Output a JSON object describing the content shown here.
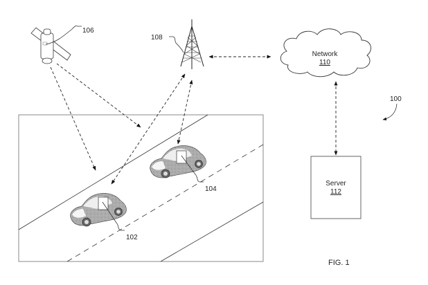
{
  "figure": {
    "caption": "FIG. 1",
    "system_ref": "100"
  },
  "nodes": {
    "vehicle_a": {
      "ref": "102",
      "type": "vehicle"
    },
    "vehicle_b": {
      "ref": "104",
      "type": "vehicle"
    },
    "satellite": {
      "ref": "106",
      "type": "satellite"
    },
    "tower": {
      "ref": "108",
      "type": "cell-tower"
    },
    "network": {
      "label": "Network",
      "ref": "110",
      "type": "cloud"
    },
    "server": {
      "label": "Server",
      "ref": "112",
      "type": "box"
    }
  },
  "connections": [
    {
      "from": "satellite",
      "to": "vehicle_a",
      "style": "dashed",
      "direction": "one-way"
    },
    {
      "from": "satellite",
      "to": "road-area",
      "style": "dashed",
      "direction": "one-way"
    },
    {
      "from": "tower",
      "to": "vehicle_a",
      "style": "dashed",
      "direction": "two-way"
    },
    {
      "from": "tower",
      "to": "vehicle_b",
      "style": "dashed",
      "direction": "two-way"
    },
    {
      "from": "tower",
      "to": "network",
      "style": "dashed",
      "direction": "two-way"
    },
    {
      "from": "network",
      "to": "server",
      "style": "dashed",
      "direction": "two-way"
    }
  ],
  "colors": {
    "line": "#222222",
    "background": "#ffffff"
  }
}
